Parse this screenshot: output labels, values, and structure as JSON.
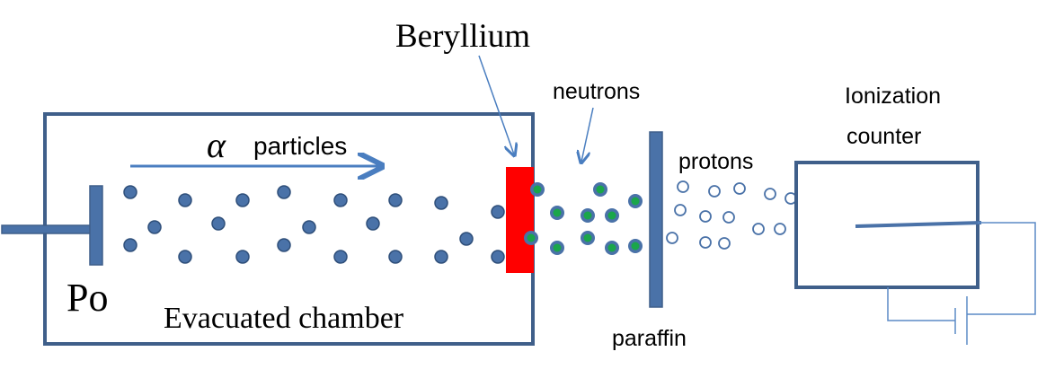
{
  "labels": {
    "beryllium": "Beryllium",
    "neutrons": "neutrons",
    "alpha_symbol": "α",
    "alpha_particles": "particles",
    "protons": "protons",
    "ionization_line1": "Ionization",
    "ionization_line2": "counter",
    "po": "Po",
    "evacuated_chamber": "Evacuated chamber",
    "paraffin": "paraffin"
  },
  "colors": {
    "outline": "#3f5f8a",
    "particle_fill": "#4a72a8",
    "neutron_core": "#1aa64a",
    "beryllium": "#ff0000",
    "arrow": "#4a7ec0",
    "wire": "#5b8ac6",
    "text": "#000000"
  },
  "icons": {
    "alpha_particle": "filled-blue-circle",
    "neutron": "blue-circle-with-green-core",
    "proton": "hollow-blue-circle",
    "battery": "battery-symbol"
  }
}
